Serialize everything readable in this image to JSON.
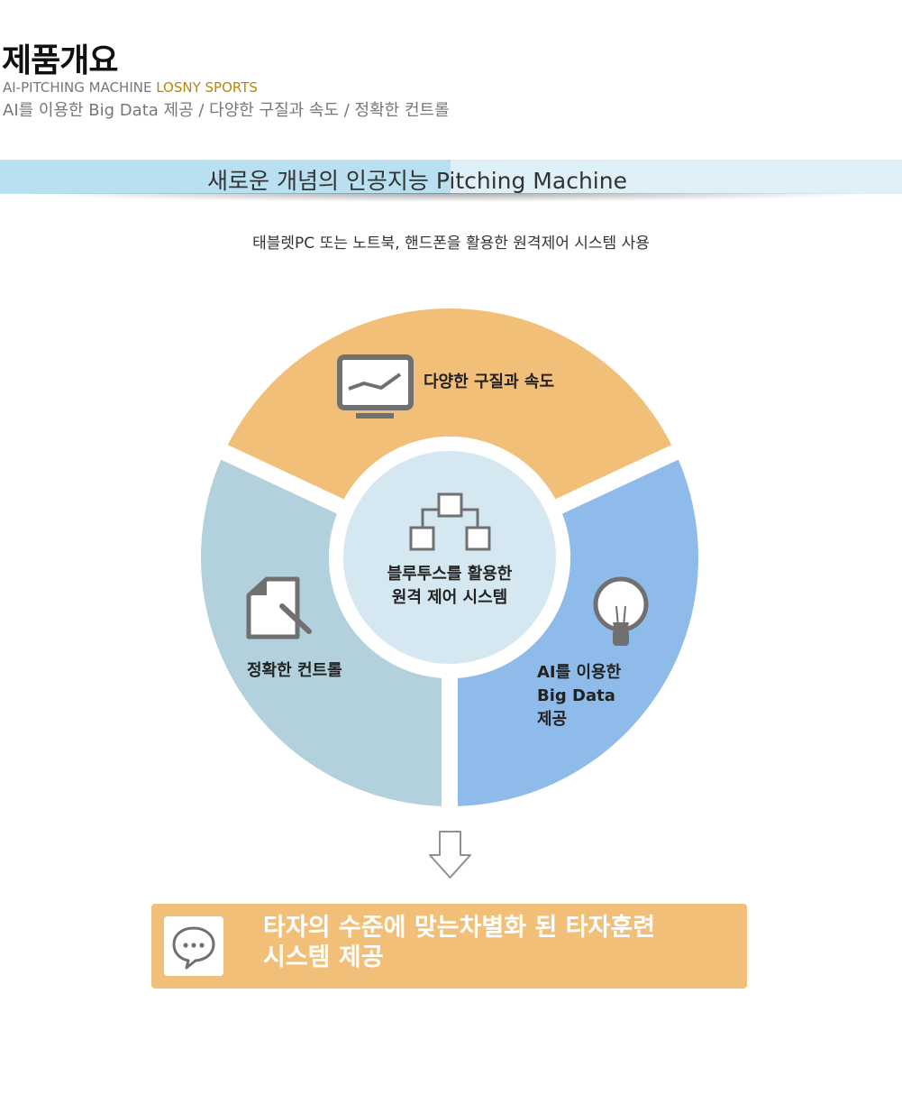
{
  "header": {
    "title": "제품개요",
    "subtitle_prefix": "AI-PITCHING MACHINE ",
    "subtitle_brand": "LOSNY SPORTS",
    "tagline": "AI를 이용한 Big Data 제공 / 다양한 구질과 속도 / 정확한  컨트롤"
  },
  "banner": {
    "text": "새로운 개념의  인공지능 Pitching Machine"
  },
  "caption": "태블렛PC 또는 노트북, 핸드폰을 활용한 원격제어 시스템 사용",
  "diagram": {
    "center": {
      "line1": "블루투스를 활용한",
      "line2": "원격 제어 시스템",
      "icon": "network-icon"
    },
    "segments": [
      {
        "label": "다양한 구질과 속도",
        "icon": "monitor-chart-icon",
        "color": "#f2bf78"
      },
      {
        "label_lines": [
          "AI를 이용한",
          "Big Data",
          "제공"
        ],
        "icon": "lightbulb-icon",
        "color": "#8ebbea"
      },
      {
        "label": "정확한  컨트롤",
        "icon": "document-pen-icon",
        "color": "#b2d1dc"
      }
    ],
    "center_color": "#d5e8f2",
    "arrow_icon": "down-arrow-icon"
  },
  "bottom": {
    "line1": "타자의 수준에 맞는차별화 된 타자훈련",
    "line2": "시스템 제공",
    "icon": "chat-bubble-icon",
    "color": "#f2bf78"
  }
}
